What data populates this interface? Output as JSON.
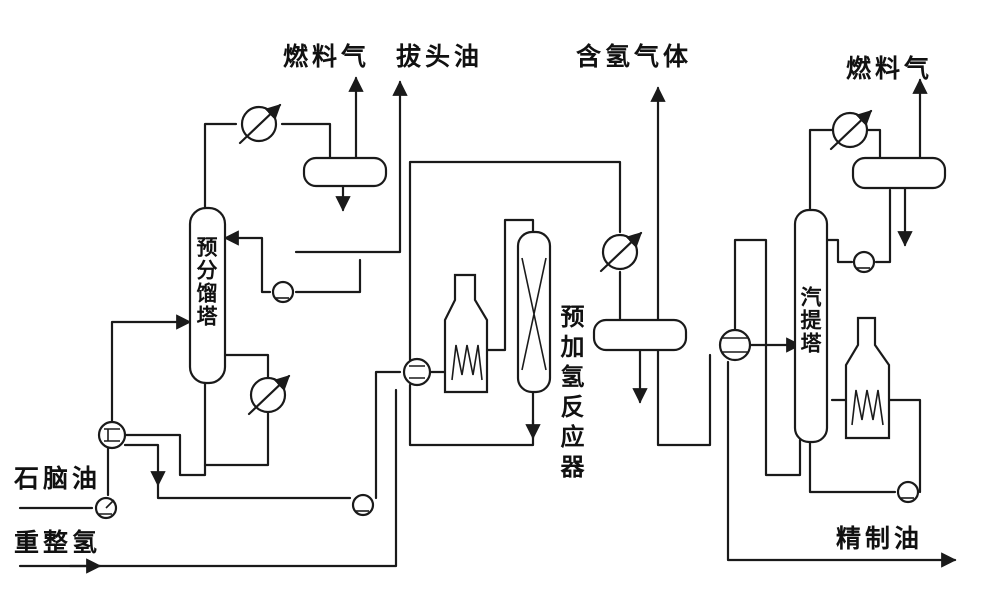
{
  "labels": {
    "fuel_gas_1": "燃料气",
    "light_naphtha": "拔头油",
    "hydrogen_gas": "含氢气体",
    "fuel_gas_2": "燃料气",
    "naphtha": "石脑油",
    "reforming_hydrogen": "重整氢",
    "refined_oil": "精制油",
    "predistillation_tower": "预分馏塔",
    "prehydro_reactor": "预加氢反应器",
    "stripper": "汽提塔"
  },
  "colors": {
    "line": "#1a1a1a",
    "background": "#ffffff"
  }
}
